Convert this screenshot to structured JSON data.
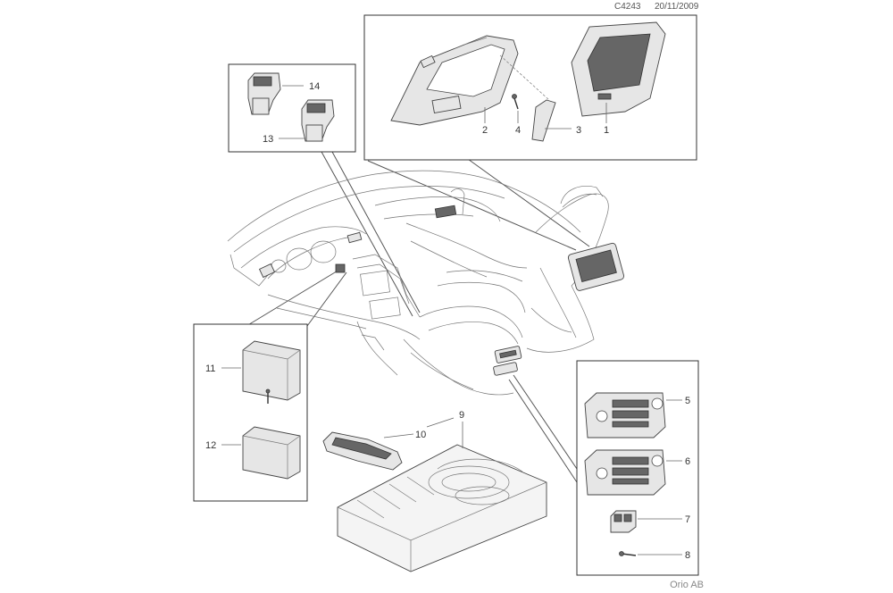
{
  "header": {
    "code": "C4243",
    "date": "20/11/2009"
  },
  "footer": {
    "company": "Orio AB"
  },
  "callouts": {
    "c1": "1",
    "c2": "2",
    "c3": "3",
    "c4": "4",
    "c5": "5",
    "c6": "6",
    "c7": "7",
    "c8": "8",
    "c9": "9",
    "c10": "10",
    "c11": "11",
    "c12": "12",
    "c13": "13",
    "c14": "14"
  }
}
